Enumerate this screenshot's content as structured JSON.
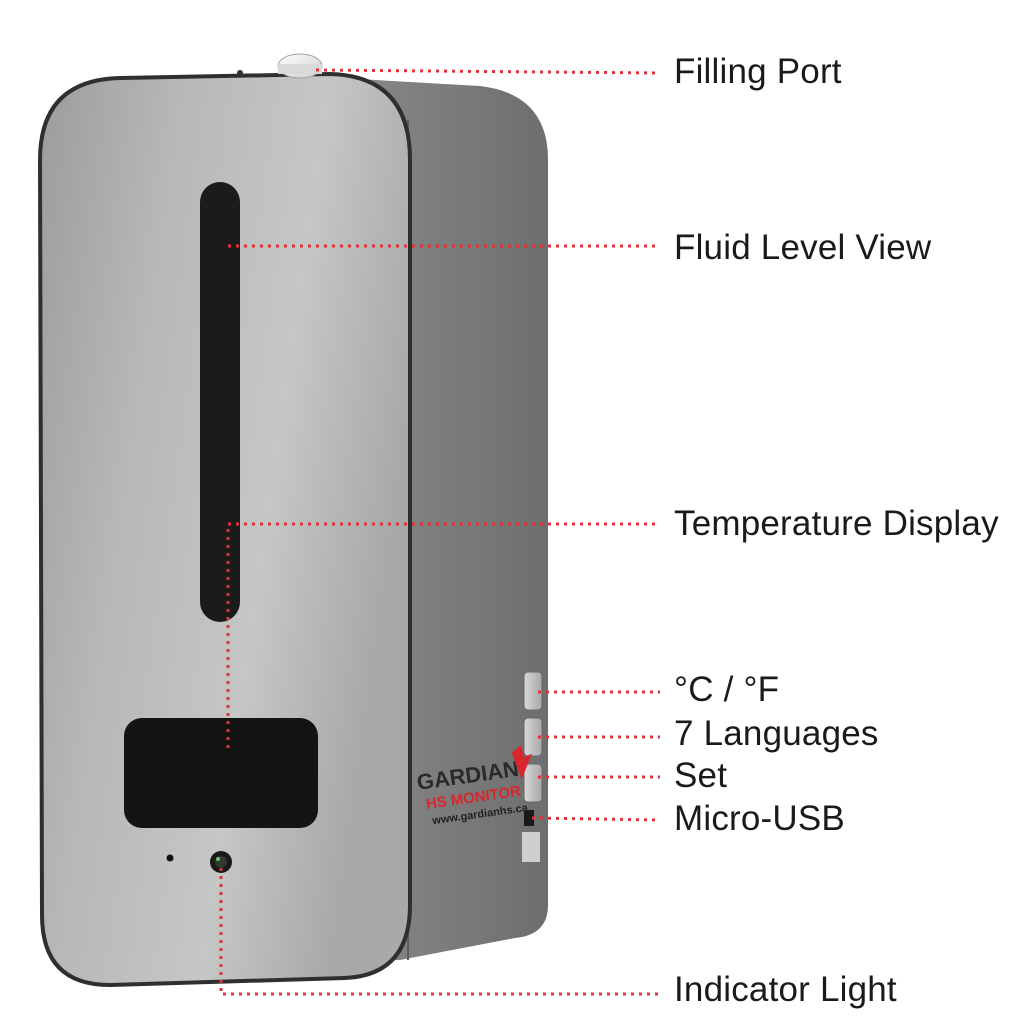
{
  "callouts": {
    "filling_port": "Filling Port",
    "fluid_level_view": "Fluid Level View",
    "temperature_display": "Temperature Display",
    "unit_toggle": "°C / °F",
    "languages": "7 Languages",
    "set": "Set",
    "micro_usb": "Micro-USB",
    "indicator_light": "Indicator Light"
  },
  "brand": {
    "name": "GARDIAN",
    "product": "HS MONITOR",
    "website": "www.gardianhs.ca"
  },
  "colors": {
    "leader_line": "#e0323c",
    "label_text": "#1a1a1a",
    "brand_red": "#d8262e"
  }
}
